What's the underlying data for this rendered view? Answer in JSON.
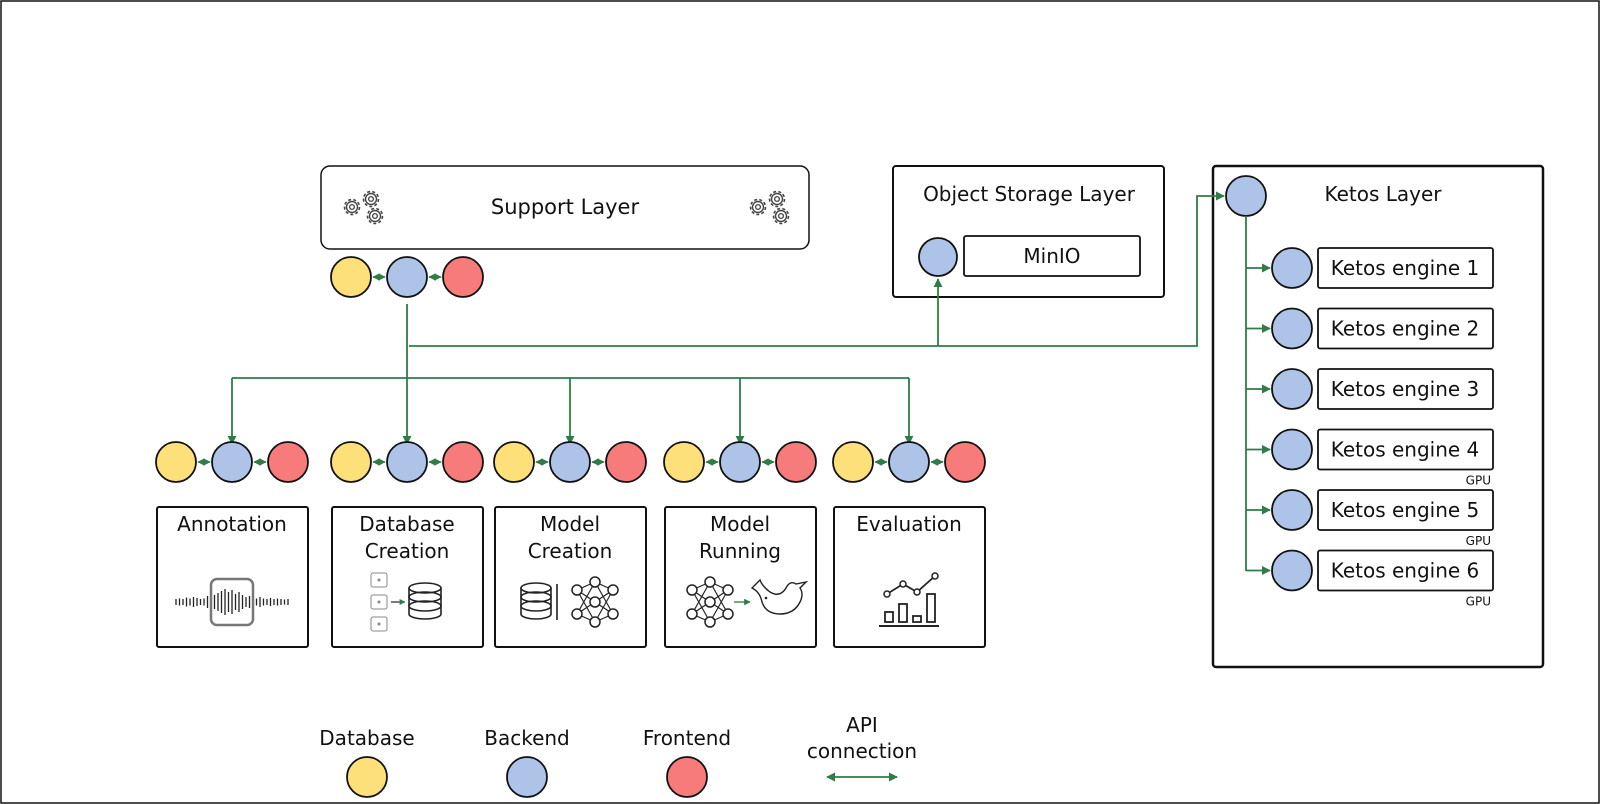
{
  "layers": {
    "support": {
      "title": "Support Layer"
    },
    "object_storage": {
      "title": "Object Storage Layer",
      "service": "MinIO"
    },
    "ketos": {
      "title": "Ketos Layer",
      "engines": [
        {
          "label": "Ketos engine 1",
          "note": ""
        },
        {
          "label": "Ketos engine 2",
          "note": ""
        },
        {
          "label": "Ketos engine 3",
          "note": ""
        },
        {
          "label": "Ketos engine 4",
          "note": "GPU"
        },
        {
          "label": "Ketos engine 5",
          "note": "GPU"
        },
        {
          "label": "Ketos engine 6",
          "note": "GPU"
        }
      ]
    }
  },
  "modules": [
    {
      "line1": "Annotation",
      "line2": "",
      "icon": "waveform-icon"
    },
    {
      "line1": "Database",
      "line2": "Creation",
      "icon": "database-creation-icon"
    },
    {
      "line1": "Model",
      "line2": "Creation",
      "icon": "model-creation-icon"
    },
    {
      "line1": "Model",
      "line2": "Running",
      "icon": "model-running-icon"
    },
    {
      "line1": "Evaluation",
      "line2": "",
      "icon": "chart-icon"
    }
  ],
  "legend": {
    "database": "Database",
    "backend": "Backend",
    "frontend": "Frontend",
    "api_line1": "API",
    "api_line2": "connection"
  },
  "colors": {
    "database": "#fde07a",
    "backend": "#aec3e8",
    "frontend": "#f77b7b",
    "api": "#2e7d46",
    "outline": "#111111"
  }
}
